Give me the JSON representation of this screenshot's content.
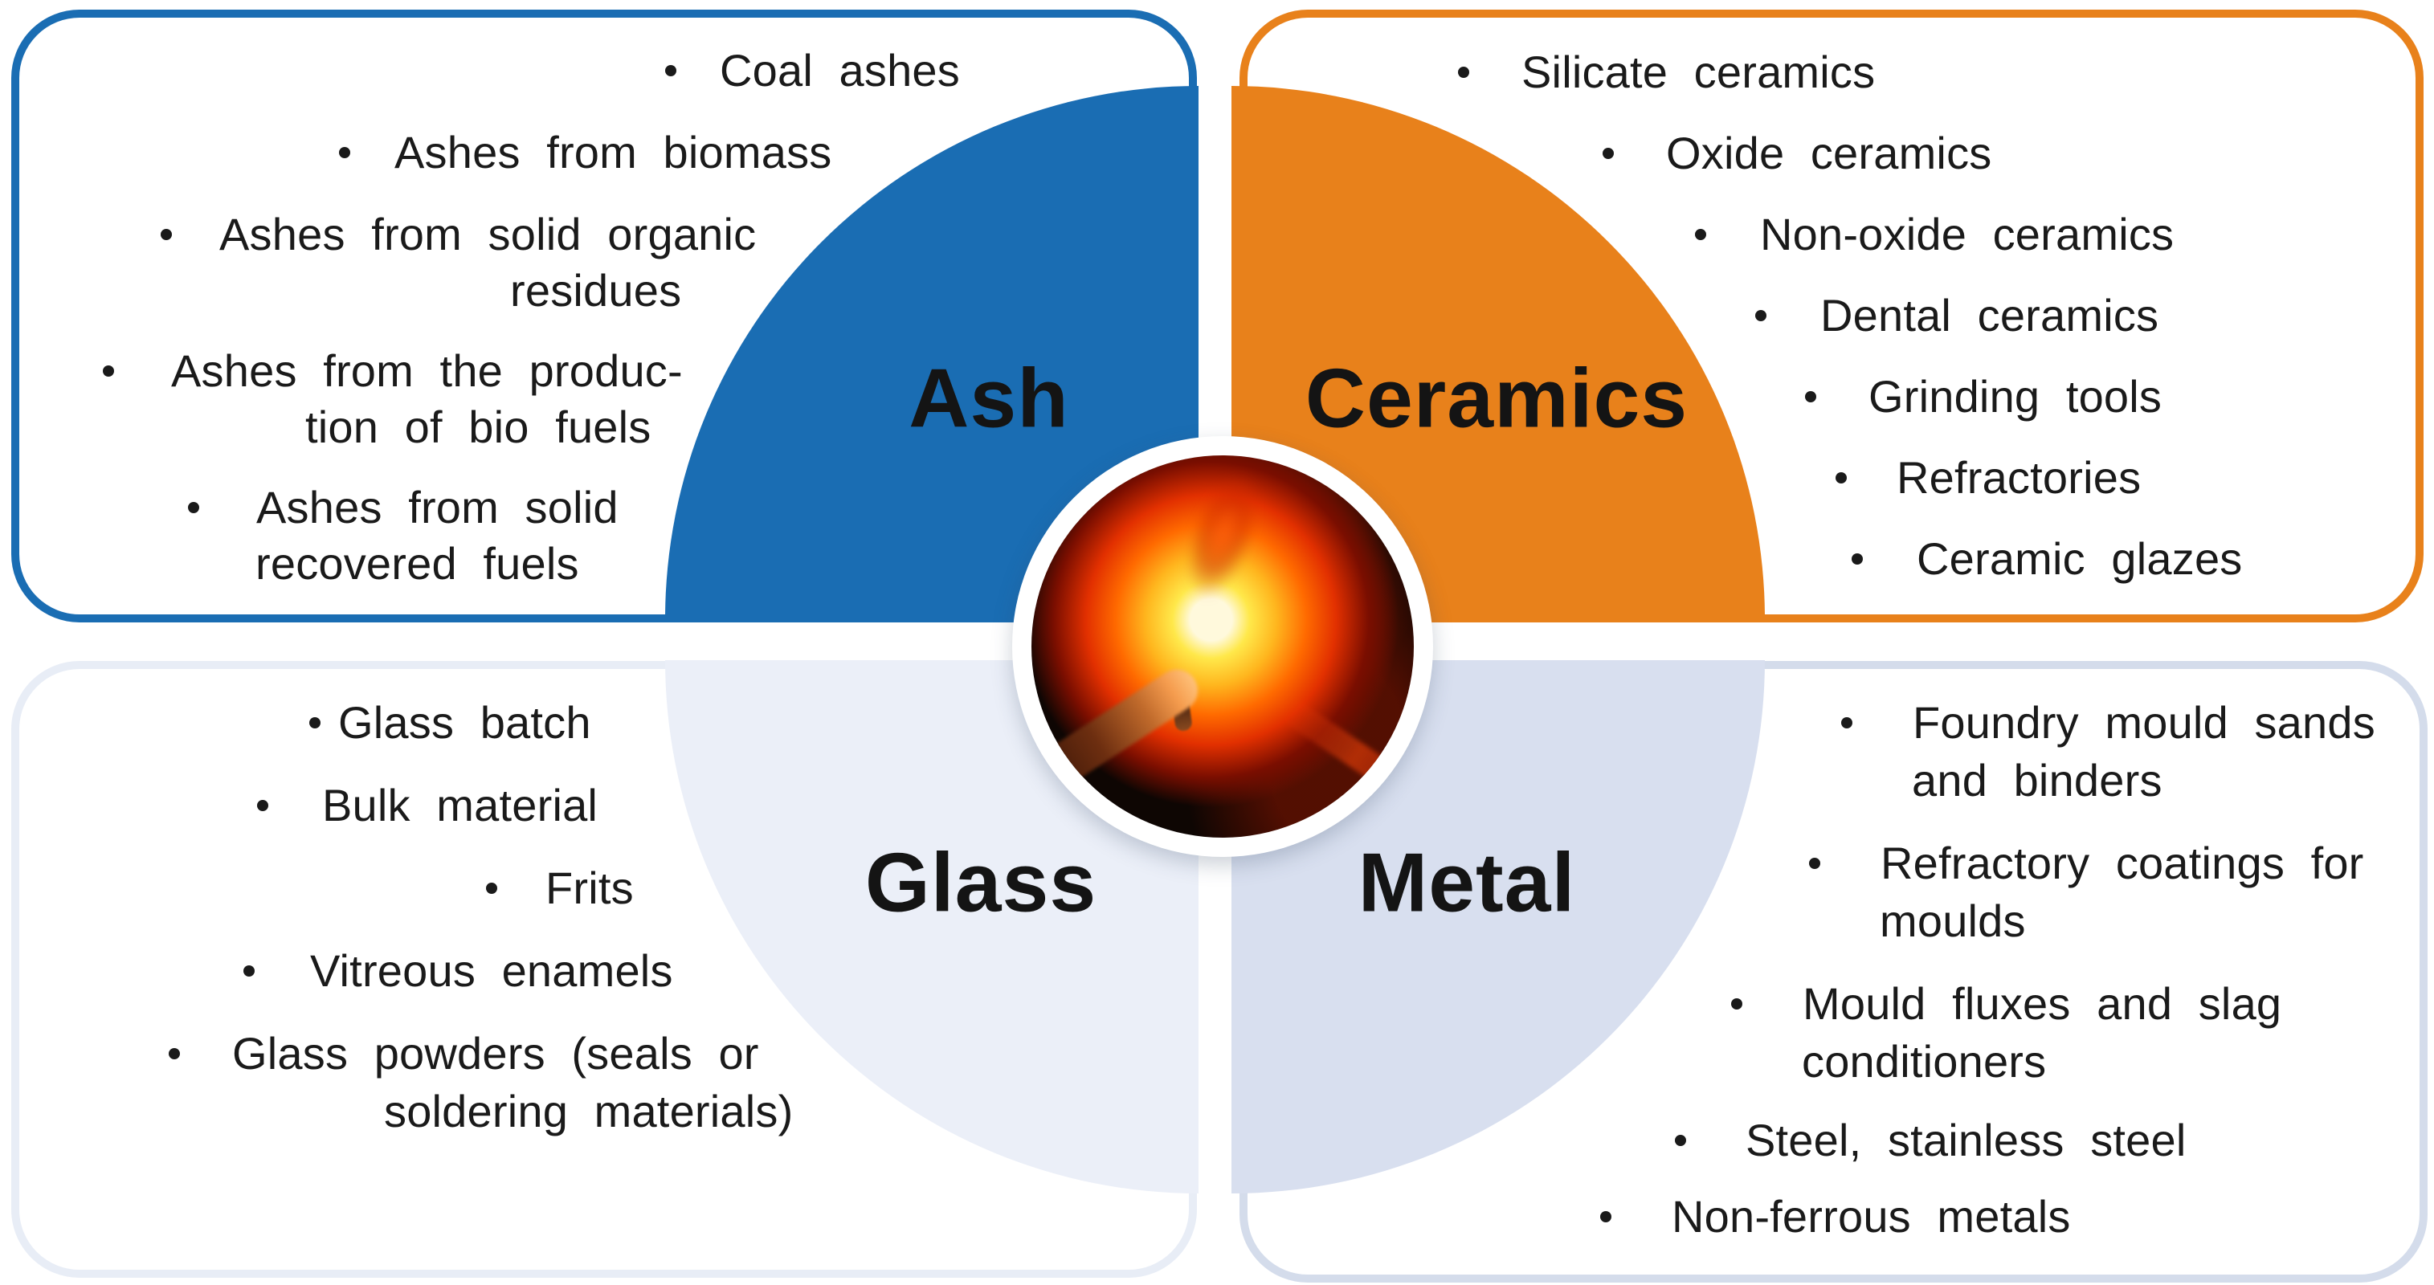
{
  "figure": {
    "type": "four-quadrant materials diagram",
    "palette": {
      "ash_blue": "#1A6DB3",
      "ceramics_orange": "#E8811B",
      "glass_fill": "#EBEFF8",
      "glass_border": "#E8EDF6",
      "metal_fill": "#D8DFEF",
      "metal_border": "#D4DCEB",
      "text": "#1A1A1A",
      "background": "#FFFFFF"
    },
    "center_image": {
      "type": "photo",
      "depicts": "glowing molten sample and heated rod inside a dark furnace"
    }
  },
  "quadrants": {
    "ash": {
      "label": "Ash",
      "color": "#1A6DB3",
      "items": [
        "Coal ashes",
        "Ashes from biomass",
        "Ashes from solid organic residues",
        "Ashes from the production of bio fuels",
        "Ashes from solid recovered fuels"
      ],
      "lines": [
        {
          "text": "Coal ashes"
        },
        {
          "text": "Ashes from biomass"
        },
        {
          "text": "Ashes from solid organic"
        },
        {
          "text": "residues"
        },
        {
          "text": "Ashes from the produc-"
        },
        {
          "text": "tion of bio fuels"
        },
        {
          "text": "Ashes from solid"
        },
        {
          "text": "recovered fuels"
        }
      ]
    },
    "ceramics": {
      "label": "Ceramics",
      "color": "#E8811B",
      "items": [
        "Silicate ceramics",
        "Oxide ceramics",
        "Non-oxide ceramics",
        "Dental ceramics",
        "Grinding tools",
        "Refractories",
        "Ceramic glazes"
      ],
      "lines": [
        {
          "text": "Silicate ceramics"
        },
        {
          "text": "Oxide ceramics"
        },
        {
          "text": "Non-oxide ceramics"
        },
        {
          "text": "Dental ceramics"
        },
        {
          "text": "Grinding tools"
        },
        {
          "text": "Refractories"
        },
        {
          "text": "Ceramic glazes"
        }
      ]
    },
    "glass": {
      "label": "Glass",
      "color": "#EBEFF8",
      "items": [
        "Glass batch",
        "Bulk material",
        "Frits",
        "Vitreous enamels",
        "Glass powders (seals or soldering materials)"
      ],
      "lines": [
        {
          "text": "Glass batch"
        },
        {
          "text": "Bulk material"
        },
        {
          "text": "Frits"
        },
        {
          "text": "Vitreous enamels"
        },
        {
          "text": "Glass powders (seals or"
        },
        {
          "text": "soldering materials)"
        }
      ]
    },
    "metal": {
      "label": "Metal",
      "color": "#D8DFEF",
      "items": [
        "Foundry mould sands and binders",
        "Refractory coatings for moulds",
        "Mould fluxes and slag conditioners",
        "Steel, stainless steel",
        "Non-ferrous metals"
      ],
      "lines": [
        {
          "text": "Foundry mould sands"
        },
        {
          "text": "and binders"
        },
        {
          "text": "Refractory coatings for"
        },
        {
          "text": "moulds"
        },
        {
          "text": "Mould fluxes and slag"
        },
        {
          "text": "conditioners"
        },
        {
          "text": "Steel, stainless steel"
        },
        {
          "text": "Non-ferrous metals"
        }
      ]
    }
  }
}
